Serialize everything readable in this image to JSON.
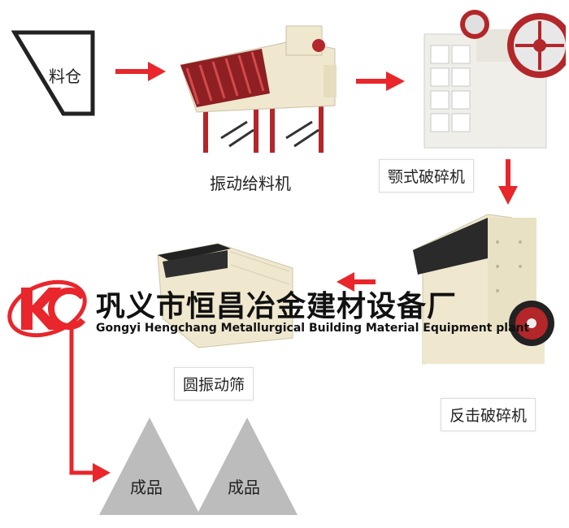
{
  "steps": {
    "hopper": "料仓",
    "feeder": "振动给料机",
    "jaw": "颚式破碎机",
    "impact": "反击破碎机",
    "screen": "圆振动筛",
    "product1": "成品",
    "product2": "成品"
  },
  "watermark": {
    "logo": "KC",
    "company_cn": "巩义市恒昌冶金建材设备厂",
    "company_en": "Gongyi Hengchang Metallurgical Building Material Equipment plant"
  },
  "colors": {
    "arrow": "#e8262b",
    "machine_body": "#efe8cf",
    "feeder_red": "#b3262a",
    "dark": "#222222",
    "cone": "#bcbcbc"
  }
}
